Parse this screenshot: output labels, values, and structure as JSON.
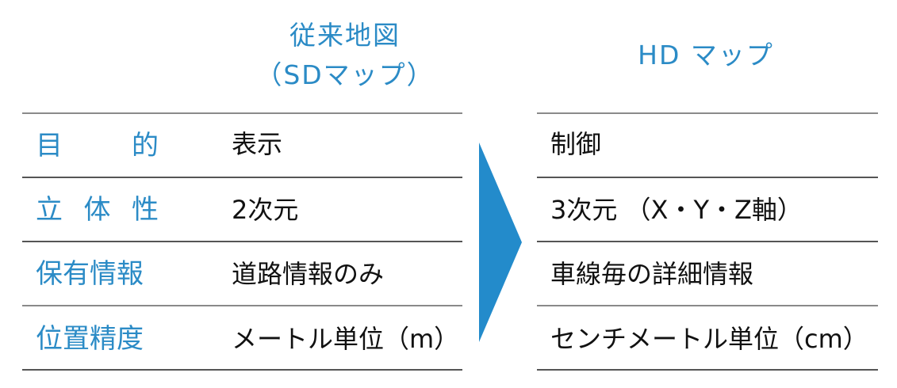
{
  "left_table": {
    "header_line1": "従来地図",
    "header_line2": "（SDマップ）",
    "rows": [
      {
        "label": "目　的",
        "label_chars": [
          "目",
          "的"
        ],
        "value": "表示"
      },
      {
        "label": "立体性",
        "label_chars": [
          "立",
          "体",
          "性"
        ],
        "value": "2次元"
      },
      {
        "label": "保有情報",
        "label_chars": [
          "保有情報"
        ],
        "value": "道路情報のみ"
      },
      {
        "label": "位置精度",
        "label_chars": [
          "位置精度"
        ],
        "value": "メートル単位（m）"
      }
    ]
  },
  "right_table": {
    "header": "HD マップ",
    "rows": [
      {
        "value": "制御"
      },
      {
        "value": "3次元 （X・Y・Z軸）"
      },
      {
        "value": "車線毎の詳細情報"
      },
      {
        "value": "センチメートル単位（cm）"
      }
    ]
  },
  "arrow": {
    "icon": "right-triangle-arrow-icon",
    "color": "#238bcb"
  },
  "colors": {
    "accent": "#2b8bc6",
    "text": "#111111",
    "rule": "#8a8a8a"
  }
}
